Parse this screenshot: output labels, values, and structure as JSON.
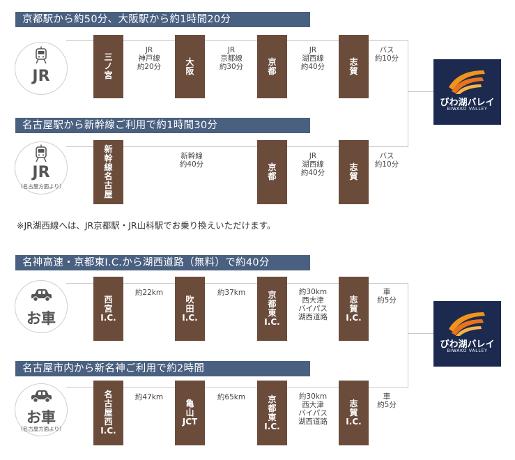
{
  "jr1": {
    "header": "京都駅から約50分、大阪駅から約1時間20分",
    "mode": "JR",
    "stations": [
      "三\nノ\n宮",
      "大\n阪",
      "京\n都",
      "志\n賀"
    ],
    "segments": [
      "JR\n神戸線\n約20分",
      "JR\n京都線\n約30分",
      "JR\n湖西線\n約40分",
      "バス\n約10分"
    ]
  },
  "jr2": {
    "header": "名古屋駅から新幹線ご利用で約1時間30分",
    "mode": "JR",
    "mode_sub": "（名古屋方面より）",
    "stations": [
      "新\n幹\n線\n名\n古\n屋",
      "京\n都",
      "志\n賀"
    ],
    "segments": [
      "新幹線\n約40分",
      "JR\n湖西線\n約40分",
      "バス\n約10分"
    ]
  },
  "note": "※JR湖西線へは、JR京都駅・JR山科駅でお乗り換えいただけます。",
  "car1": {
    "header": "名神高速・京都東I.C.から湖西道路（無料）で約40分",
    "mode": "お車",
    "stations": [
      "西\n宮\nI.C.",
      "吹\n田\nI.C.",
      "京\n都\n東\nI.C.",
      "志\n賀\nI.C."
    ],
    "segments": [
      "約22km",
      "約37km",
      "約30km\n西大津\nバイパス\n湖西道路",
      "車\n約5分"
    ]
  },
  "car2": {
    "header": "名古屋市内から新名神ご利用で約2時間",
    "mode": "お車",
    "mode_sub": "（名古屋方面より）",
    "stations": [
      "名\n古\n屋\n西\nI.C.",
      "亀\n山\nJCT",
      "京\n都\n東\nI.C.",
      "志\n賀\nI.C."
    ],
    "segments": [
      "約47km",
      "約65km",
      "約30km\n西大津\nバイパス\n湖西道路",
      "車\n約5分"
    ]
  },
  "logo": {
    "text": "びわ湖バレイ",
    "sub": "BIWAKO VALLEY"
  },
  "colors": {
    "header_bg": "#4a6080",
    "station_bg": "#6b4c3b",
    "logo_bg": "#1c2a4f",
    "logo_accent": "#f0941e"
  }
}
